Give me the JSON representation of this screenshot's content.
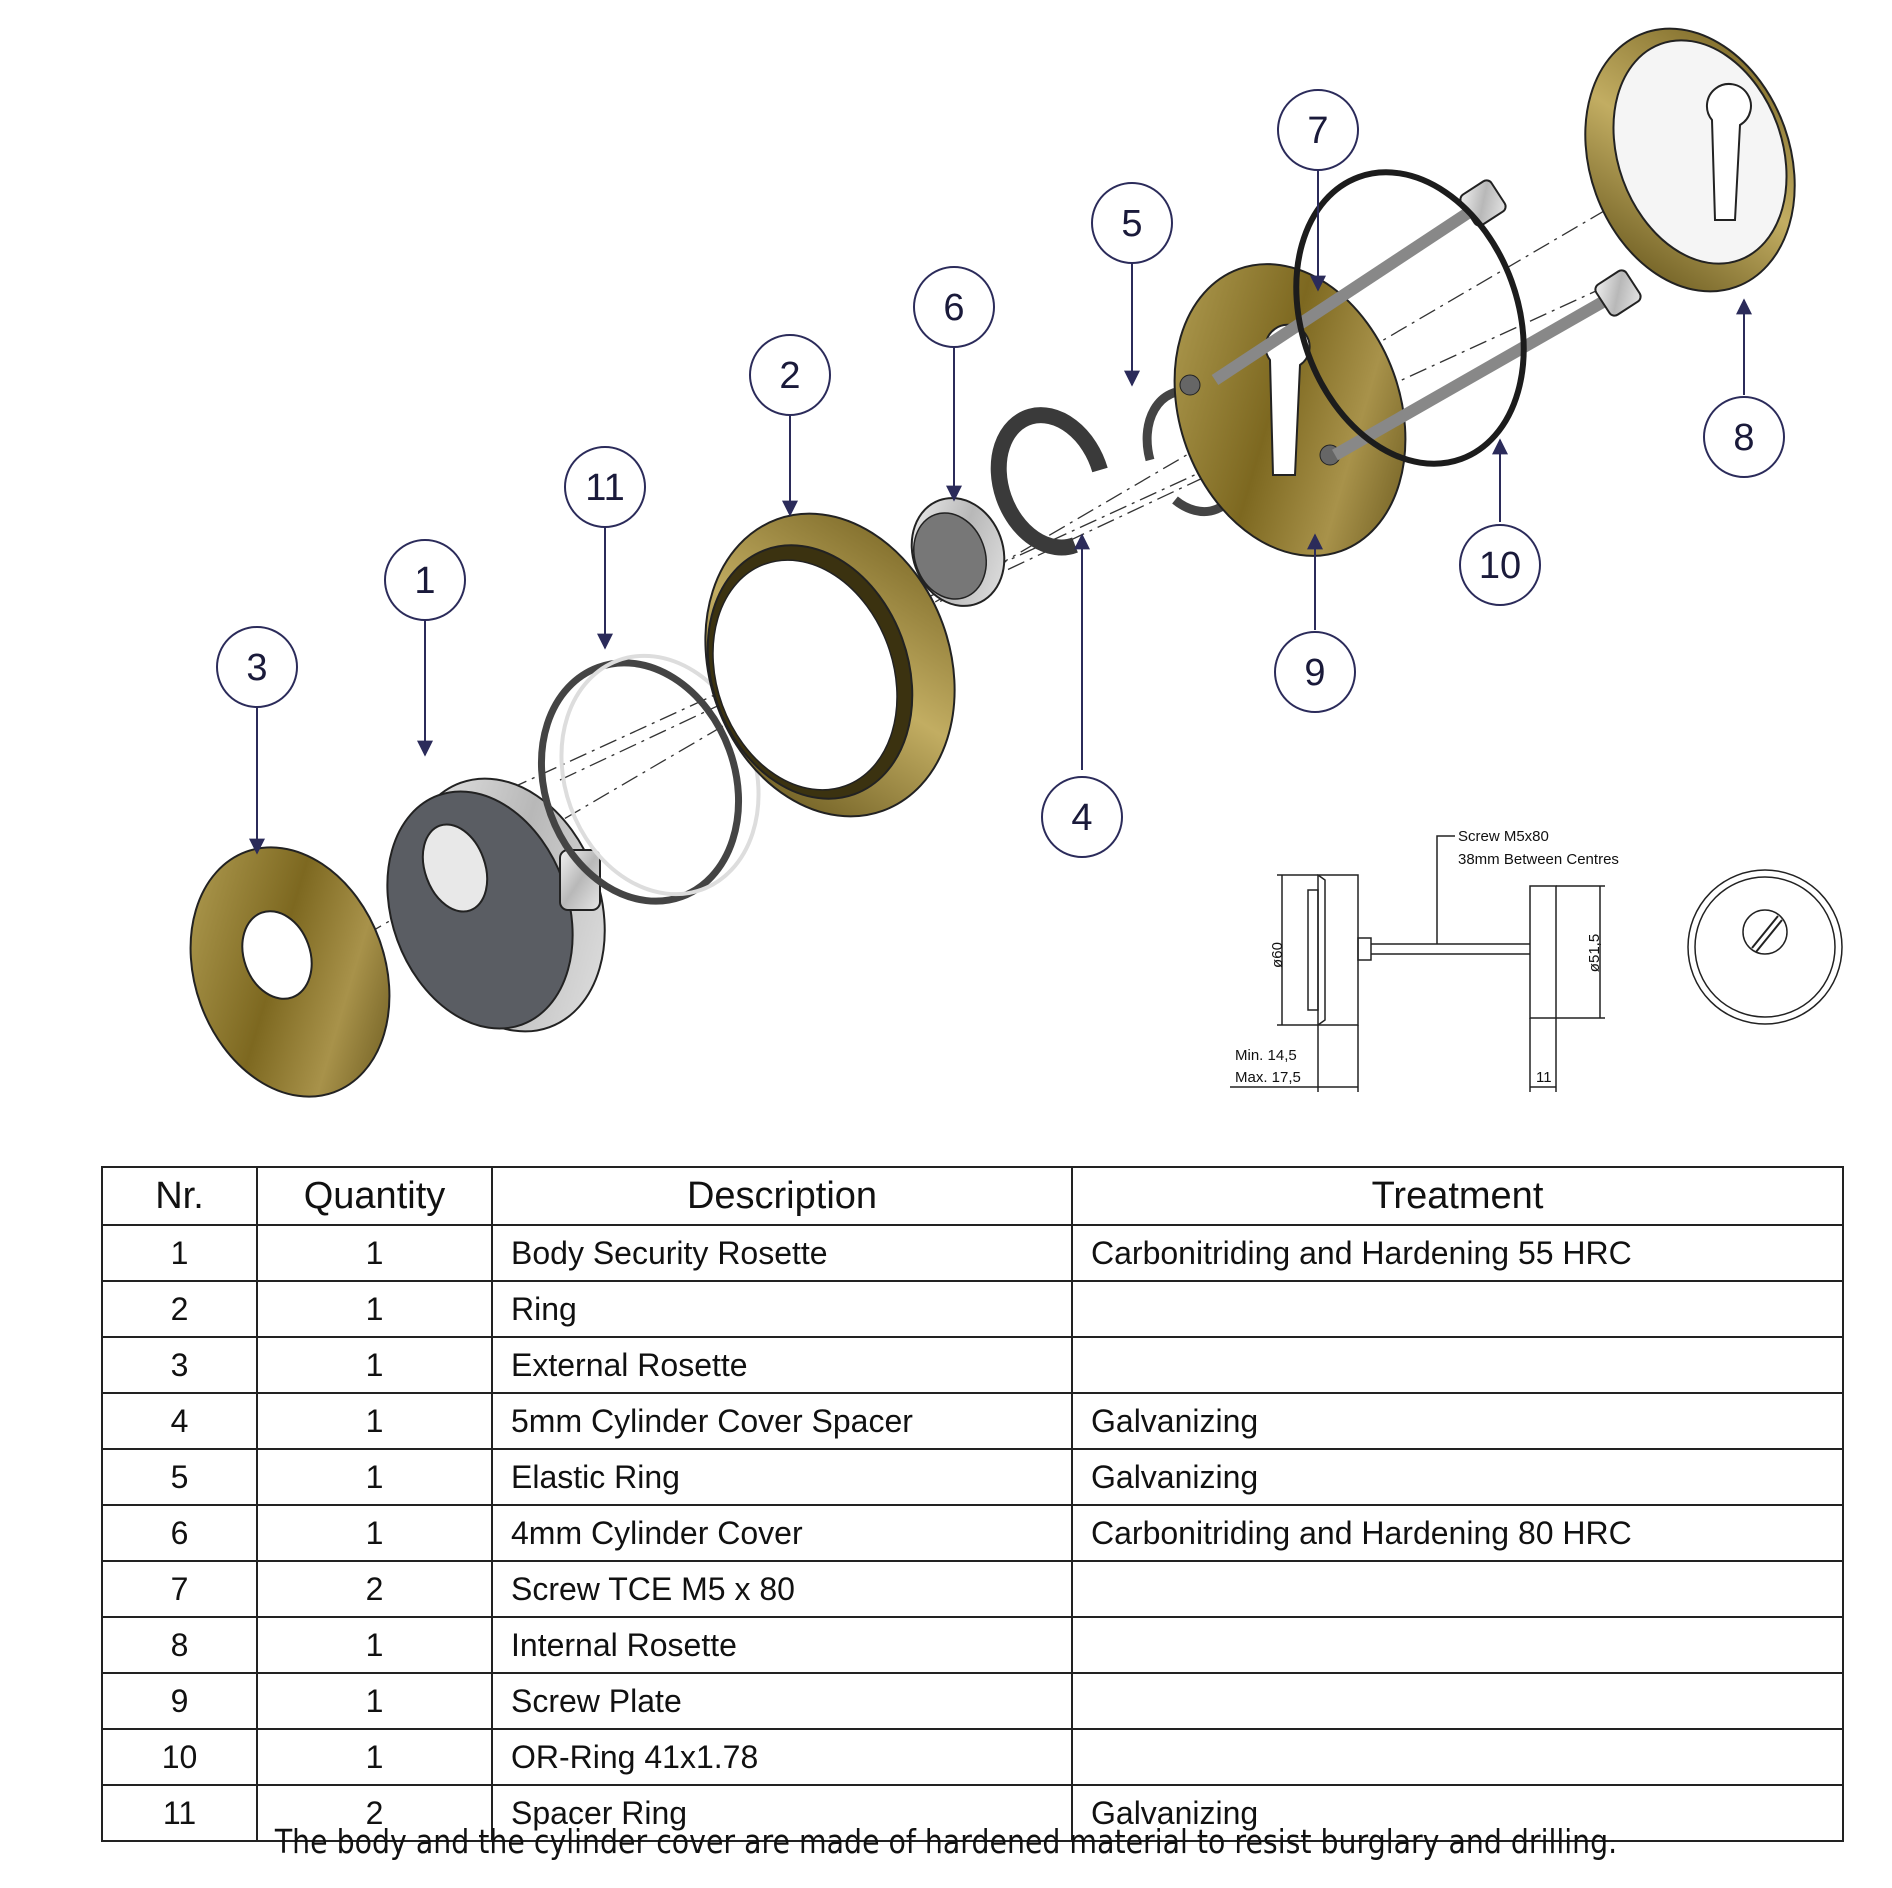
{
  "callouts": [
    "1",
    "2",
    "3",
    "4",
    "5",
    "6",
    "7",
    "8",
    "9",
    "10",
    "11"
  ],
  "dimensions": {
    "screw_label": "Screw M5x80",
    "between_centres": "38mm Between Centres",
    "dia_outer": "ø60",
    "dia_inner": "ø51,5",
    "min": "Min.  14,5",
    "max": "Max. 17,5",
    "width_11": "11"
  },
  "colors": {
    "brass": "#8a7324",
    "callout_stroke": "#2b2b5a",
    "dark_steel": "#555a60"
  },
  "table": {
    "headers": [
      "Nr.",
      "Quantity",
      "Description",
      "Treatment"
    ],
    "rows": [
      {
        "nr": "1",
        "qty": "1",
        "desc": "Body Security Rosette",
        "treat": "Carbonitriding and Hardening 55 HRC"
      },
      {
        "nr": "2",
        "qty": "1",
        "desc": "Ring",
        "treat": ""
      },
      {
        "nr": "3",
        "qty": "1",
        "desc": "External Rosette",
        "treat": ""
      },
      {
        "nr": "4",
        "qty": "1",
        "desc": "5mm Cylinder Cover Spacer",
        "treat": "Galvanizing"
      },
      {
        "nr": "5",
        "qty": "1",
        "desc": "Elastic Ring",
        "treat": "Galvanizing"
      },
      {
        "nr": "6",
        "qty": "1",
        "desc": "4mm Cylinder Cover",
        "treat": "Carbonitriding and Hardening 80 HRC"
      },
      {
        "nr": "7",
        "qty": "2",
        "desc": "Screw TCE M5 x 80",
        "treat": ""
      },
      {
        "nr": "8",
        "qty": "1",
        "desc": "Internal Rosette",
        "treat": ""
      },
      {
        "nr": "9",
        "qty": "1",
        "desc": "Screw Plate",
        "treat": ""
      },
      {
        "nr": "10",
        "qty": "1",
        "desc": "OR-Ring 41x1.78",
        "treat": ""
      },
      {
        "nr": "11",
        "qty": "2",
        "desc": "Spacer Ring",
        "treat": "Galvanizing"
      }
    ]
  },
  "footnote": "The body and the cylinder cover are made of hardened material to resist burglary and drilling."
}
